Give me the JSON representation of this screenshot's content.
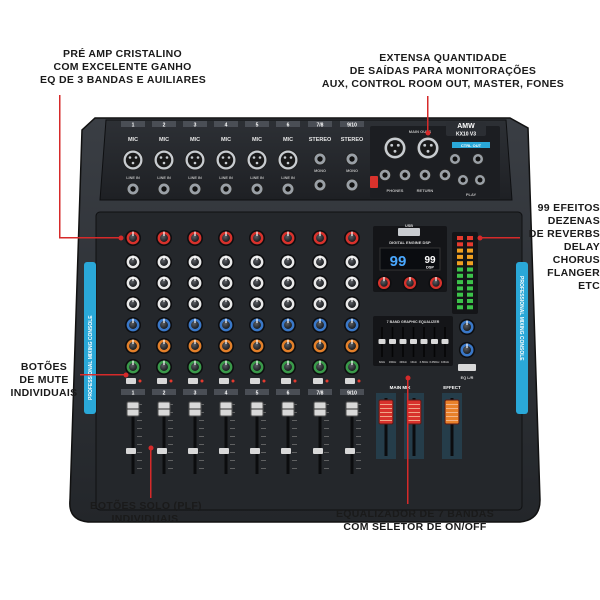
{
  "callouts": {
    "preamp": [
      "PRÉ AMP CRISTALINO",
      "COM EXCELENTE GANHO",
      "EQ DE 3 BANDAS E AUILIARES"
    ],
    "outputs": [
      "EXTENSA QUANTIDADE",
      "DE SAÍDAS PARA MONITORAÇÕES",
      "AUX, CONTROL ROOM OUT, MASTER, FONES"
    ],
    "effects": [
      "99 EFEITOS",
      "DEZENAS",
      "DE REVERBS",
      "DELAY",
      "CHORUS",
      "FLANGER",
      "ETC"
    ],
    "mute": [
      "BOTÕES",
      "DE MUTE",
      "INDIVIDUAIS"
    ],
    "solo": [
      "BOTÕES SOLO (PLF)",
      "INDIVIDUAIS"
    ],
    "eq": [
      "EQUALIZADOR DE 7 BANDAS",
      "COM SELETOR DE ON/OFF"
    ]
  },
  "mixer": {
    "brand": "AMW",
    "model": "KX10",
    "version": "V3",
    "side_text": "PROFESSIONAL MIXING CONSOLE",
    "channel_numbers": [
      "1",
      "2",
      "3",
      "4",
      "5",
      "6",
      "7/8",
      "9/10"
    ],
    "channel_input_labels": [
      "MIC",
      "MIC",
      "MIC",
      "MIC",
      "MIC",
      "MIC",
      "STEREO",
      "STEREO"
    ],
    "line_label": "LINE IN",
    "mono_label": "MONO",
    "dsp_title": "DIGITAL ENGINE DSP",
    "dsp_value_a": "99",
    "dsp_value_b": "99",
    "dsp_unit": "DSP",
    "eq_title": "7 BAND GRAPHIC EQUALIZER",
    "eq_bands": [
      "63Hz",
      "160Hz",
      "400Hz",
      "1KHz",
      "2.5KHz",
      "6.25KHz",
      "16KHz"
    ],
    "main_mix_label": "MAIN MIX",
    "effect_label": "EFFECT",
    "main_outs_label": "MAIN OUTS",
    "ctrl_out_label": "CTRL OUT",
    "phones_label": "PHONES",
    "return_label": "RETURN",
    "play_label": "PLAY",
    "usb_label": "USB",
    "eq_on_label": "EQ L/R",
    "colors": {
      "chassis": "#2b2e33",
      "panel": "#1b1d21",
      "side_accent": "#2aa8d8",
      "knob_red": "#d8322c",
      "knob_white": "#e9e9e9",
      "knob_blue": "#3a78c8",
      "knob_orange": "#e3802a",
      "knob_green": "#3a9a4a",
      "fader_red": "#d8322c",
      "fader_orange": "#e8802a",
      "display": "#4aa8ff",
      "callout_line": "#d62a2a"
    }
  }
}
